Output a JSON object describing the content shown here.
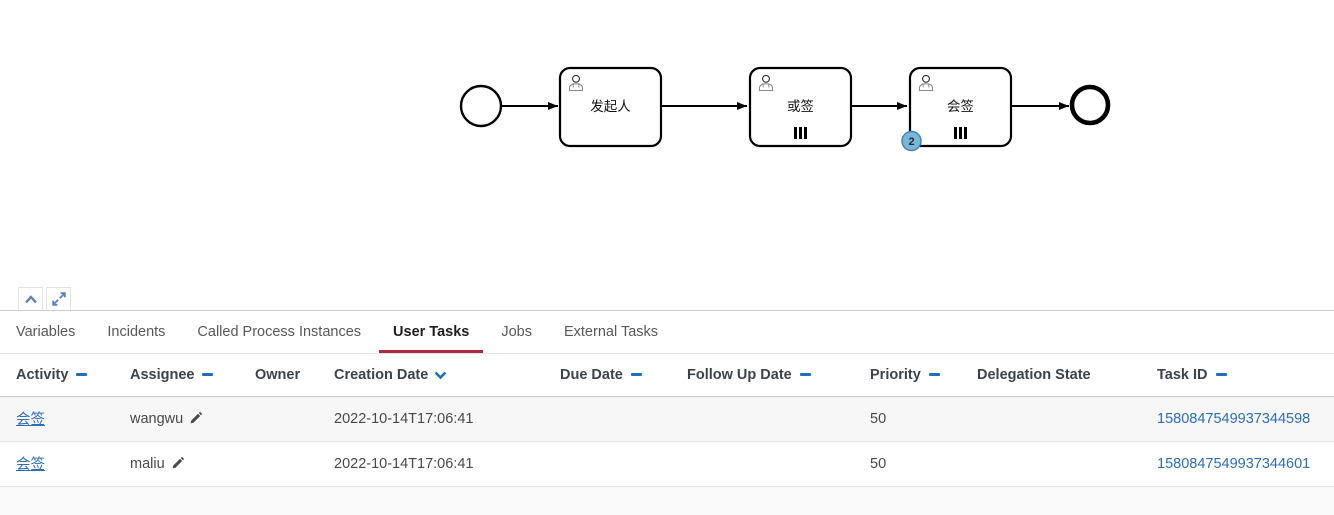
{
  "diagram": {
    "tasks": [
      {
        "label": "发起人"
      },
      {
        "label": "或签"
      },
      {
        "label": "会签",
        "badge": "2"
      }
    ]
  },
  "panel": {
    "controls": {
      "collapse_icon": "chevron-up",
      "expand_icon": "maximize-diagonal-arrows"
    },
    "tabs": [
      {
        "label": "Variables",
        "active": false
      },
      {
        "label": "Incidents",
        "active": false
      },
      {
        "label": "Called Process Instances",
        "active": false
      },
      {
        "label": "User Tasks",
        "active": true
      },
      {
        "label": "Jobs",
        "active": false
      },
      {
        "label": "External Tasks",
        "active": false
      }
    ]
  },
  "table": {
    "headers": [
      {
        "label": "Activity",
        "sort_icon": "minus"
      },
      {
        "label": "Assignee",
        "sort_icon": "minus"
      },
      {
        "label": "Owner",
        "sort_icon": ""
      },
      {
        "label": "Creation Date",
        "sort_icon": "caret-down"
      },
      {
        "label": "Due Date",
        "sort_icon": "minus"
      },
      {
        "label": "Follow Up Date",
        "sort_icon": "minus"
      },
      {
        "label": "Priority",
        "sort_icon": "minus"
      },
      {
        "label": "Delegation State",
        "sort_icon": ""
      },
      {
        "label": "Task ID",
        "sort_icon": "minus"
      }
    ],
    "rows": [
      {
        "activity": "会签",
        "assignee": "wangwu",
        "owner": "",
        "creation_date": "2022-10-14T17:06:41",
        "due_date": "",
        "follow_up_date": "",
        "priority": "50",
        "delegation_state": "",
        "task_id": "1580847549937344598"
      },
      {
        "activity": "会签",
        "assignee": "maliu",
        "owner": "",
        "creation_date": "2022-10-14T17:06:41",
        "due_date": "",
        "follow_up_date": "",
        "priority": "50",
        "delegation_state": "",
        "task_id": "1580847549937344601"
      }
    ]
  },
  "colors": {
    "link_blue": "#2a6db8",
    "tab_active_underline": "#a92b3d",
    "sort_icon_blue": "#1d6fc4",
    "badge_fill": "#79b7da",
    "badge_border": "#3e85ad"
  }
}
